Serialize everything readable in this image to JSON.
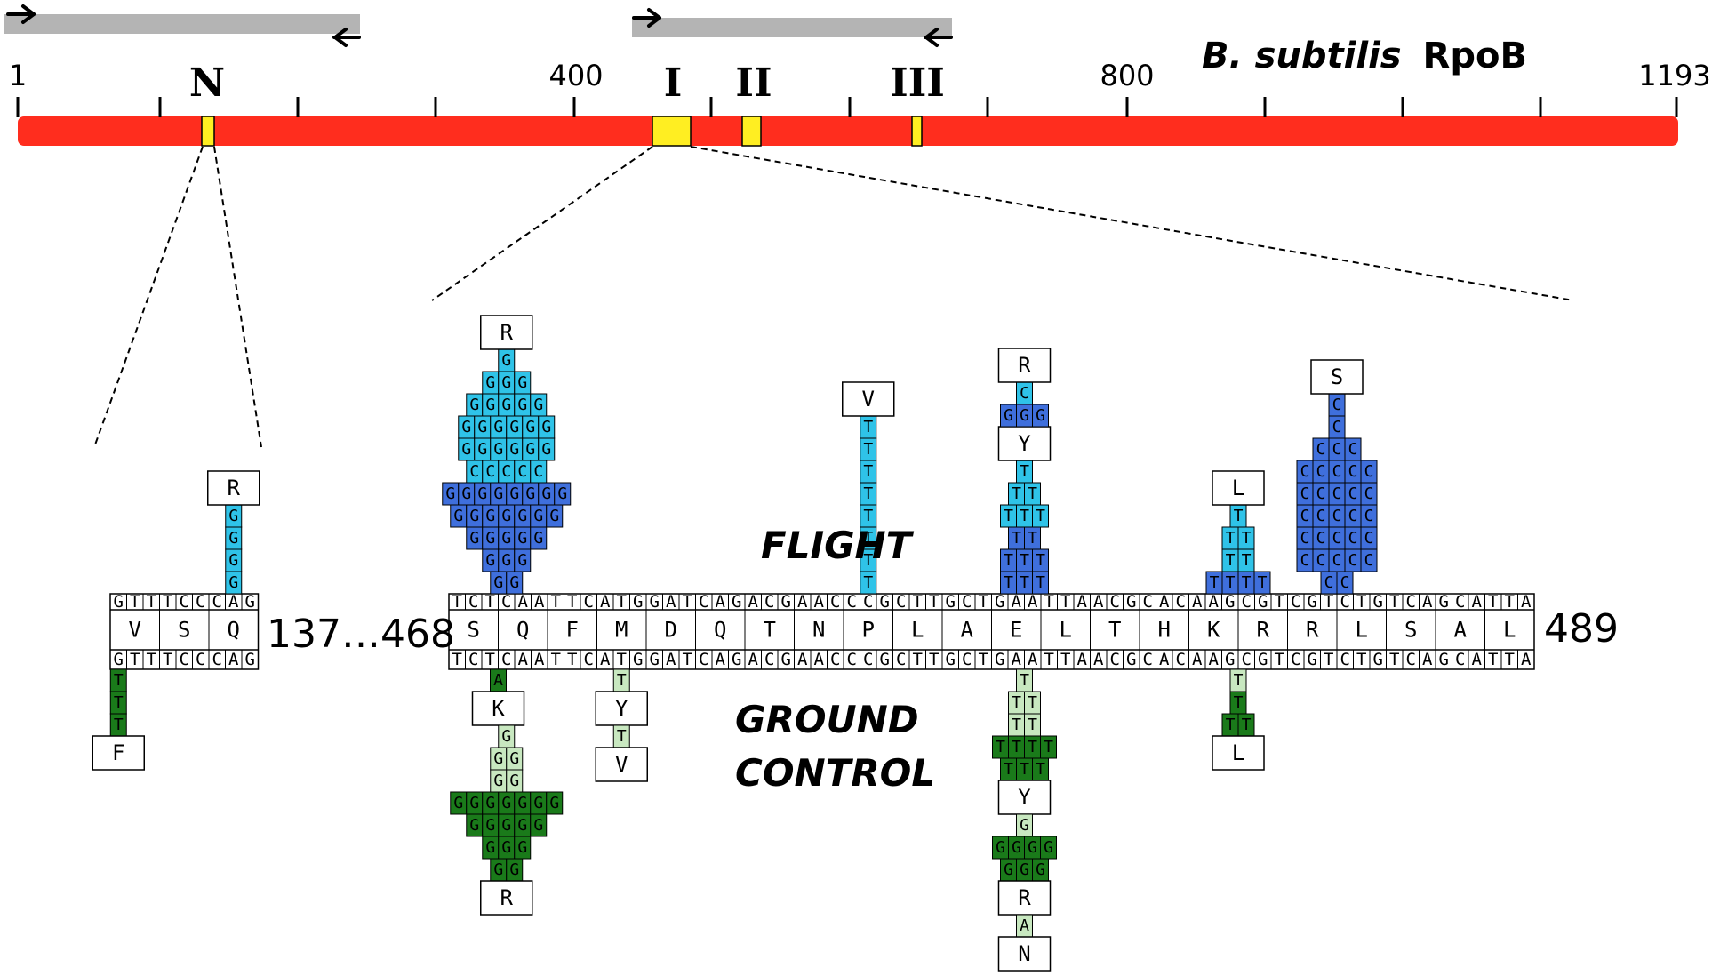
{
  "protein": {
    "title_italic": "B. subtilis",
    "title_rest": "RpoB",
    "ticks": [
      "1",
      "400",
      "800",
      "1193"
    ],
    "clusters": [
      "N",
      "I",
      "II",
      "III"
    ]
  },
  "colors": {
    "bar": "#ff2d1e",
    "cluster": "#ffee22",
    "primer": "#b4b4b4",
    "flight_dark": "#3f6fdc",
    "flight_light": "#2fc3e8",
    "ground_dark": "#1a7a1a",
    "ground_light": "#c8e8c0",
    "box": "#ffffff"
  },
  "labels": {
    "flight": "FLIGHT",
    "ground_1": "GROUND",
    "ground_2": "CONTROL"
  },
  "left_segment": {
    "dna": "GTTTCCCAG",
    "aa": [
      "V",
      "S",
      "Q"
    ],
    "range": "137…468"
  },
  "main_segment": {
    "dna": "TCTCAATTCATGGATCAGACGAACCCGCTTGCTGAATTAACGCACAAGCGTCGTCTGTCAGCATTA",
    "aa": [
      "S",
      "Q",
      "F",
      "M",
      "D",
      "Q",
      "T",
      "N",
      "P",
      "L",
      "A",
      "E",
      "L",
      "T",
      "H",
      "K",
      "R",
      "R",
      "L",
      "S",
      "A",
      "L"
    ],
    "end": "489"
  },
  "mutations": {
    "Q137R_flight": {
      "aa": "R",
      "base": "G",
      "count": 4,
      "shade": "light"
    },
    "Q137F_ground": {
      "aa": "F",
      "base": "T",
      "count": 3,
      "shade": "dark"
    },
    "Q469R_flight": {
      "aa": "R",
      "rows": [
        {
          "base": "G",
          "count": 2,
          "shade": "dark"
        },
        {
          "base": "G",
          "count": 3,
          "shade": "dark"
        },
        {
          "base": "G",
          "count": 5,
          "shade": "dark"
        },
        {
          "base": "G",
          "count": 7,
          "shade": "dark"
        },
        {
          "base": "G",
          "count": 8,
          "shade": "dark"
        },
        {
          "base": "C",
          "count": 5,
          "shade": "light"
        },
        {
          "base": "G",
          "count": 6,
          "shade": "light"
        },
        {
          "base": "G",
          "count": 6,
          "shade": "light"
        },
        {
          "base": "G",
          "count": 5,
          "shade": "light"
        },
        {
          "base": "G",
          "count": 3,
          "shade": "light"
        },
        {
          "base": "G",
          "count": 1,
          "shade": "light"
        }
      ]
    },
    "Q469K_ground": {
      "aa": "K",
      "base": "A",
      "count": 1,
      "shade": "dark"
    },
    "Q469R_ground": {
      "aa": "R",
      "rows": [
        {
          "base": "G",
          "count": 1,
          "shade": "light"
        },
        {
          "base": "G",
          "count": 2,
          "shade": "light"
        },
        {
          "base": "G",
          "count": 2,
          "shade": "light"
        },
        {
          "base": "G",
          "count": 7,
          "shade": "dark"
        },
        {
          "base": "G",
          "count": 5,
          "shade": "dark"
        },
        {
          "base": "G",
          "count": 3,
          "shade": "dark"
        },
        {
          "base": "G",
          "count": 2,
          "shade": "dark"
        }
      ]
    },
    "D472Y_ground": {
      "aa": "Y",
      "base": "T",
      "count": 1,
      "shade": "light"
    },
    "D472V_ground": {
      "aa": "V",
      "base": "T",
      "count": 1,
      "shade": "light"
    },
    "A478V_flight": {
      "aa": "V",
      "base": "T",
      "count": 8,
      "shade": "light"
    },
    "H482R_flight": {
      "aa": "R",
      "rows": [
        {
          "base": "G",
          "count": 3,
          "shade": "dark"
        },
        {
          "base": "C",
          "count": 1,
          "shade": "light"
        }
      ]
    },
    "H482Y_flight": {
      "aa": "Y",
      "rows": [
        {
          "base": "T",
          "count": 3,
          "shade": "dark"
        },
        {
          "base": "T",
          "count": 3,
          "shade": "dark"
        },
        {
          "base": "T",
          "count": 2,
          "shade": "dark"
        },
        {
          "base": "T",
          "count": 3,
          "shade": "light"
        },
        {
          "base": "T",
          "count": 2,
          "shade": "light"
        },
        {
          "base": "T",
          "count": 1,
          "shade": "light"
        }
      ]
    },
    "H482Y_ground": {
      "aa": "Y",
      "rows": [
        {
          "base": "T",
          "count": 1,
          "shade": "light"
        },
        {
          "base": "T",
          "count": 2,
          "shade": "light"
        },
        {
          "base": "T",
          "count": 2,
          "shade": "light"
        },
        {
          "base": "T",
          "count": 4,
          "shade": "dark"
        },
        {
          "base": "T",
          "count": 3,
          "shade": "dark"
        }
      ]
    },
    "H482R_ground": {
      "aa": "R",
      "rows": [
        {
          "base": "G",
          "count": 1,
          "shade": "light"
        },
        {
          "base": "G",
          "count": 4,
          "shade": "dark"
        },
        {
          "base": "G",
          "count": 3,
          "shade": "dark"
        }
      ]
    },
    "H482N_ground": {
      "aa": "N",
      "base": "A",
      "count": 1,
      "shade": "light"
    },
    "S487L_flight": {
      "aa": "L",
      "rows": [
        {
          "base": "T",
          "count": 4,
          "shade": "dark"
        },
        {
          "base": "T",
          "count": 2,
          "shade": "light"
        },
        {
          "base": "T",
          "count": 2,
          "shade": "light"
        },
        {
          "base": "T",
          "count": 1,
          "shade": "light"
        }
      ]
    },
    "S487L_ground": {
      "aa": "L",
      "rows": [
        {
          "base": "T",
          "count": 1,
          "shade": "light"
        },
        {
          "base": "T",
          "count": 1,
          "shade": "dark"
        },
        {
          "base": "T",
          "count": 2,
          "shade": "dark"
        }
      ]
    },
    "L489S_flight": {
      "aa": "S",
      "rows": [
        {
          "base": "C",
          "count": 2,
          "shade": "dark"
        },
        {
          "base": "C",
          "count": 5,
          "shade": "dark"
        },
        {
          "base": "C",
          "count": 5,
          "shade": "dark"
        },
        {
          "base": "C",
          "count": 5,
          "shade": "dark"
        },
        {
          "base": "C",
          "count": 5,
          "shade": "dark"
        },
        {
          "base": "C",
          "count": 5,
          "shade": "dark"
        },
        {
          "base": "C",
          "count": 3,
          "shade": "dark"
        },
        {
          "base": "C",
          "count": 1,
          "shade": "dark"
        },
        {
          "base": "C",
          "count": 1,
          "shade": "dark"
        }
      ]
    }
  }
}
